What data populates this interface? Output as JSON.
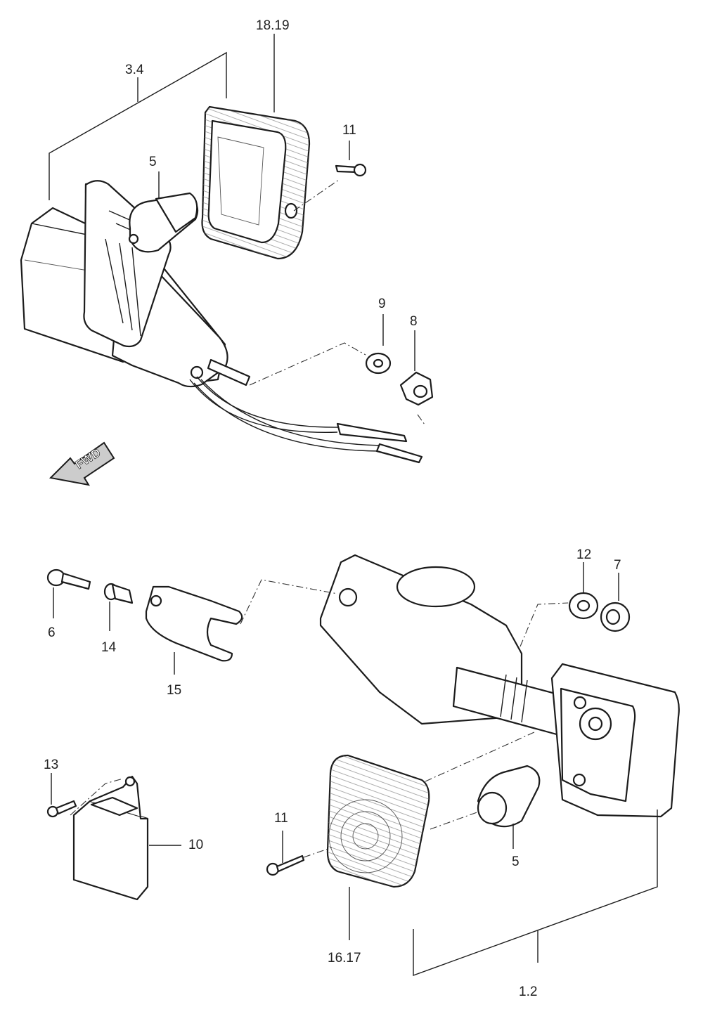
{
  "labels": {
    "l_18_19": "18.19",
    "l_3_4": "3.4",
    "l_11_top": "11",
    "l_5_top": "5",
    "l_9": "9",
    "l_8": "8",
    "l_fwd": "FWD",
    "l_12": "12",
    "l_7": "7",
    "l_6": "6",
    "l_14": "14",
    "l_15": "15",
    "l_13": "13",
    "l_10": "10",
    "l_11_bot": "11",
    "l_5_bot": "5",
    "l_16_17": "16.17",
    "l_1_2": "1.2"
  },
  "colors": {
    "line": "#1c1c1c",
    "background": "#ffffff",
    "shade": "#f2f2f2"
  },
  "icons": {
    "forward_arrow": "fwd-arrow-icon"
  }
}
